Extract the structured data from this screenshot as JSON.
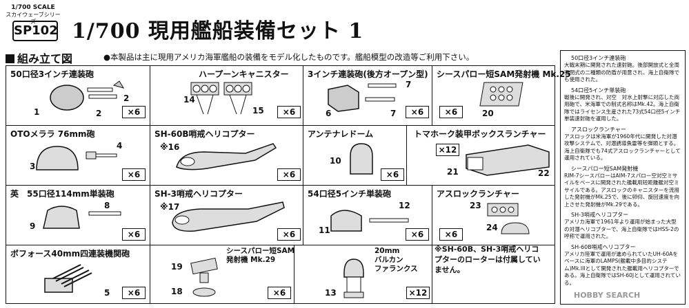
{
  "header": {
    "scale_label": "1/700 SCALE",
    "series_label": "スカイウェーブシリーズ",
    "product_code": "SP102",
    "title": "1/700 現用艦船装備セット 1"
  },
  "assembly": {
    "heading": "組み立て図",
    "note": "●本製品は主に現用アメリカ海軍艦船の装備をモデル化したものです。艦船模型の改造等ご利用下さい。"
  },
  "cells": [
    {
      "title": "50口径3インチ連装砲",
      "qty": "×6",
      "parts": [
        "1",
        "2",
        "2"
      ]
    },
    {
      "title": "ハープーンキャニスター",
      "qty": "×6",
      "parts": [
        "14",
        "15"
      ]
    },
    {
      "title": "3インチ連装砲(後方オープン型)",
      "qty": "×6",
      "parts": [
        "6",
        "7",
        "7"
      ]
    },
    {
      "title": "シースパロー短SAM発射機 Mk.25",
      "qty": "×6",
      "parts": [
        "20"
      ]
    },
    {
      "title": "OTOメララ 76mm砲",
      "qty": "×6",
      "parts": [
        "3",
        "4"
      ]
    },
    {
      "title": "SH-60B哨戒ヘリコプター",
      "qty": "×6",
      "parts": [
        "※16"
      ]
    },
    {
      "title": "アンテナレドーム",
      "qty": "×6",
      "parts": [
        "10"
      ]
    },
    {
      "title": "トマホーク装甲ボックスランチャー",
      "qty": "×12",
      "parts": [
        "21",
        "22"
      ]
    },
    {
      "title": "英　55口径114mm単装砲",
      "qty": "×6",
      "parts": [
        "9",
        "8"
      ]
    },
    {
      "title": "SH-3哨戒ヘリコプター",
      "qty": "×6",
      "parts": [
        "※17"
      ]
    },
    {
      "title": "54口径5インチ単装砲",
      "qty": "×6",
      "parts": [
        "11",
        "12"
      ]
    },
    {
      "title": "アスロックランチャー",
      "qty": "×6",
      "parts": [
        "23",
        "24"
      ]
    },
    {
      "title": "ボフォース40mm四連装機関砲",
      "qty": "×6",
      "parts": [
        "5"
      ]
    },
    {
      "title": "シースパロー短SAM\n発射機 Mk.29",
      "qty": "×6",
      "parts": [
        "19",
        "18"
      ]
    },
    {
      "title": "20mm\nバルカン\nファランクス",
      "qty": "×12",
      "parts": [
        "13"
      ]
    }
  ],
  "footnote": "※SH-60B、SH-3哨戒ヘリコプターのローターは付属していません。",
  "side_notes": [
    {
      "title": "50口径3インチ連装砲",
      "body": "大戦末期に開発された速射砲。後部開放式と全周密閉式の二種類の防盾が用意され、海上自衛隊でも使用された。"
    },
    {
      "title": "54口径5インチ単装砲",
      "body": "戦後に開発され、対空　対水上射撃に対応した両用砲で、米海軍での制式名称はMk.42。海上自衛隊ではライセンス生産された73式54口径5インチ単装速射砲を運用した。"
    },
    {
      "title": "アスロックランチャー",
      "body": "アスロックは米海軍が1960年代に開発した対潜攻撃システムで、対潜誘導魚雷等を弾頭とする。海上自衛隊でも74式アスロックランチャーとして運用されている。"
    },
    {
      "title": "シースパロー短SAM発射機",
      "body": "RIM-7シースパローはAIM-7スパロー空対空ミサイルをベースに開発された艦載用短距離艦対空ミサイルである。アスロックのキャニスターを流用した発射機がMk.25で、後に卵仰、旋回速度を向上させた発射機がMk.29である。"
    },
    {
      "title": "SH-3哨戒ヘリコプター",
      "body": "アメリカ海軍で1961年より運用が始まった大型の対潜ヘリコプターで、海上自衛隊ではHSS-2の呼称で運用された。"
    },
    {
      "title": "SH-60B哨戒ヘリコプター",
      "body": "アメリカ陸軍で運用が進められていたUH-60Aをベースに海軍のLAMPS(艦載中多目的システム)Mk.IIIとして開発された艦載用ヘリコプターである。海上自衛隊ではSH-60Jとして運用されている。"
    }
  ],
  "watermark": "HOBBY SEARCH"
}
